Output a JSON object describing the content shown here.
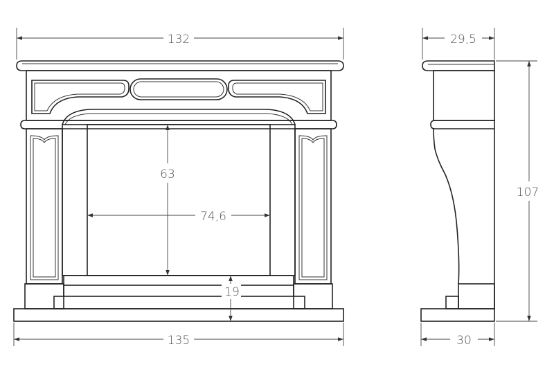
{
  "drawing": {
    "front_view": {
      "width_top": "132",
      "width_base": "135",
      "opening_height": "63",
      "opening_width": "74,6",
      "hearth_height": "19"
    },
    "side_view": {
      "depth_top": "29,5",
      "depth_base": "30",
      "total_height": "107"
    }
  }
}
